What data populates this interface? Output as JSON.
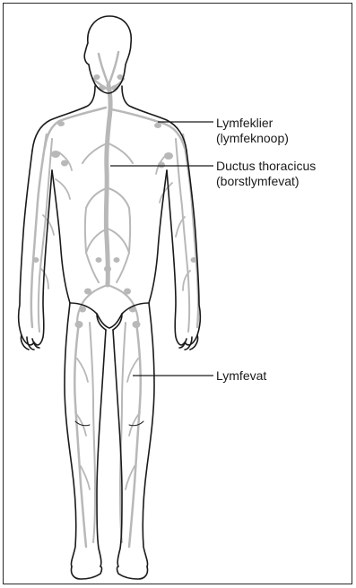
{
  "labels": {
    "lymph_nodes": {
      "line1": "Lymfeklier",
      "line2": "(lymfeknoop)"
    },
    "thoracic_duct": {
      "line1": "Ductus thoracicus",
      "line2": "(borstlymfevat)"
    },
    "lymph_vessel": {
      "line1": "Lymfevat"
    }
  },
  "colors": {
    "outline": "#1a1a1a",
    "lymph": "#b8b8b8",
    "frame": "#2a2a2a"
  }
}
